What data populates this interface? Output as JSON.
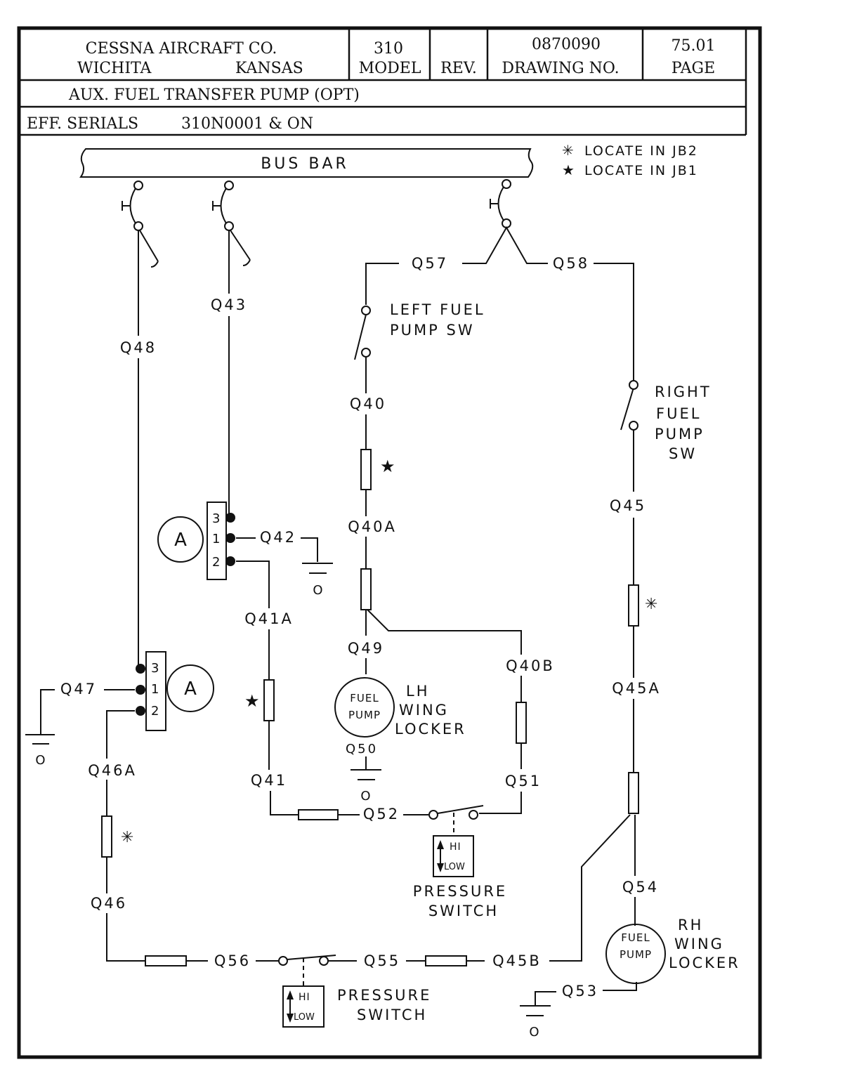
{
  "title_block": {
    "company_line1": "CESSNA AIRCRAFT CO.",
    "company_line2_city": "WICHITA",
    "company_line2_state": "KANSAS",
    "model_value": "310",
    "model_label": "MODEL",
    "rev_value": "",
    "rev_label": "REV.",
    "drawing_no_value": "0870090",
    "drawing_no_label": "DRAWING NO.",
    "page_value": "75.01",
    "page_label": "PAGE",
    "diagram_title": "AUX. FUEL TRANSFER PUMP (OPT)",
    "eff_serials_label": "EFF. SERIALS",
    "eff_serials_value": "310N0001 & ON"
  },
  "legend": {
    "items": [
      {
        "icon": "asterisk-icon",
        "symbol": "✳",
        "text": "LOCATE IN JB2"
      },
      {
        "icon": "star-icon",
        "symbol": "★",
        "text": "LOCATE IN JB1"
      }
    ]
  },
  "bus_bar": {
    "label": "BUS BAR"
  },
  "components": {
    "left_switch": {
      "line1": "LEFT FUEL",
      "line2": "PUMP SW"
    },
    "right_switch": {
      "line1": "RIGHT",
      "line2": "FUEL",
      "line3": "PUMP",
      "line4": "SW"
    },
    "lh_pump": {
      "body_line1": "FUEL",
      "body_line2": "PUMP",
      "loc_line1": "LH",
      "loc_line2": "WING",
      "loc_line3": "LOCKER"
    },
    "rh_pump": {
      "body_line1": "FUEL",
      "body_line2": "PUMP",
      "loc_line1": "RH",
      "loc_line2": "WING",
      "loc_line3": "LOCKER"
    },
    "upper_ammeter": {
      "label": "A",
      "pins": [
        "3",
        "1",
        "2"
      ]
    },
    "lower_ammeter": {
      "label": "A",
      "pins": [
        "3",
        "1",
        "2"
      ]
    },
    "pressure_switch_upper": {
      "hi": "HI",
      "low": "LOW",
      "line1": "PRESSURE",
      "line2": "SWITCH"
    },
    "pressure_switch_lower": {
      "hi": "HI",
      "low": "LOW",
      "line1": "PRESSURE",
      "line2": "SWITCH"
    },
    "ground_symbol": "O"
  },
  "wires": {
    "q40": "Q40",
    "q40a": "Q40A",
    "q40b": "Q40B",
    "q41": "Q41",
    "q41a": "Q41A",
    "q42": "Q42",
    "q43": "Q43",
    "q45": "Q45",
    "q45a": "Q45A",
    "q45b": "Q45B",
    "q46": "Q46",
    "q46a": "Q46A",
    "q47": "Q47",
    "q48": "Q48",
    "q49": "Q49",
    "q50": "Q50",
    "q51": "Q51",
    "q52": "Q52",
    "q53": "Q53",
    "q54": "Q54",
    "q55": "Q55",
    "q56": "Q56",
    "q57": "Q57",
    "q58": "Q58"
  }
}
